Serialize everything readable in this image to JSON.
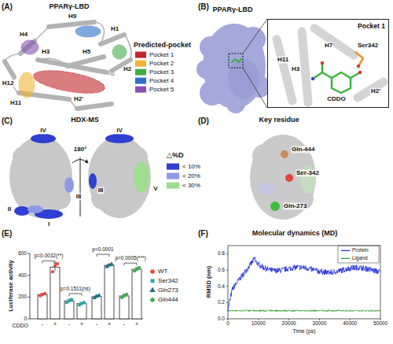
{
  "diagram": {
    "nodes": [
      {
        "text": [
          "Pocket 1"
        ]
      }
    ],
    "labels": [
      "(A)",
      "PPARγ-LBD",
      "H9",
      "H4",
      "H1",
      "H3",
      "H5",
      "H2",
      "H12",
      "H11",
      "H2'",
      "Predicted-pocket",
      "(B)",
      "PPARγ-LBD",
      "H7",
      "Ser342",
      "H11",
      "H3",
      "CDDO",
      "H2'",
      "(C)",
      "HDX-MS",
      "IV",
      "180°",
      "IV",
      "II",
      "I",
      "III",
      "III",
      "V",
      "△%D",
      "(D)",
      "Key residue",
      "Gln-444",
      "Ser-342",
      "Gln-273",
      "(E)",
      "Luciferase activity",
      "0",
      "200",
      "400",
      "600",
      "p=0.0032(**)",
      "p=0.1511(ns)",
      "p<0.0001",
      "p=0.0005(***)",
      "CDDO",
      "-",
      "+",
      "-",
      "+",
      "-",
      "+",
      "-",
      "+",
      "(F)",
      "Molecular dynamics (MD)",
      "RMSD (nm)",
      "0.0",
      "0.2",
      "0.4",
      "0.6",
      "0.8",
      "0",
      "10000",
      "20000",
      "30000",
      "40000",
      "50000",
      "Time (ps)"
    ],
    "legend": [
      {
        "text": "Pocket 1",
        "color": "#c0262a"
      },
      {
        "text": "Pocket 2",
        "color": "#f2b233"
      },
      {
        "text": "Pocket 3",
        "color": "#3fae49"
      },
      {
        "text": "Pocket 4",
        "color": "#2d6ec9"
      },
      {
        "text": "Pocket 5",
        "color": "#8b4fb0"
      },
      {
        "text": "< 10%",
        "color": "#2f3fcf"
      },
      {
        "text": "< 20%",
        "color": "#8f98e6"
      },
      {
        "text": "< 30%",
        "color": "#9fdc8f"
      },
      {
        "text": "WT"
      },
      {
        "text": "Ser342"
      },
      {
        "text": "Gln273"
      },
      {
        "text": "Gln444"
      },
      {
        "text": "Protein"
      },
      {
        "text": "Ligand"
      }
    ]
  }
}
